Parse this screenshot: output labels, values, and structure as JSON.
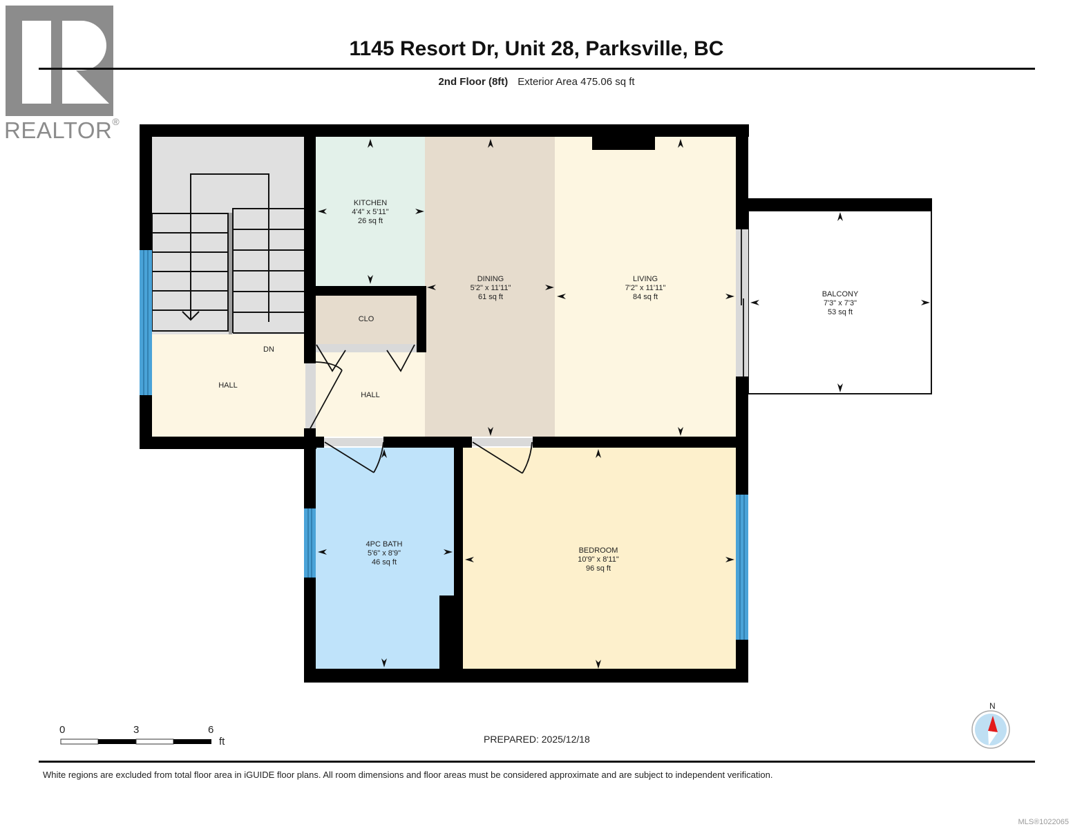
{
  "brand": {
    "logo_letter": "R",
    "logo_text": "REALTOR",
    "logo_mark": "®"
  },
  "header": {
    "title": "1145 Resort Dr, Unit 28, Parksville, BC",
    "floor": "2nd Floor (8ft)",
    "exterior_area": "Exterior Area 475.06 sq ft"
  },
  "colors": {
    "wall": "#000000",
    "window": "#4aa3d8",
    "stairs": "#e0e0e0",
    "hall": "#fdf6e3",
    "kitchen": "#e3f1ea",
    "dining": "#e6dccd",
    "living": "#fdf6e1",
    "closet": "#e6dccd",
    "bath": "#bfe3fa",
    "bedroom": "#fdf0cc",
    "balcony": "#ffffff",
    "door_threshold": "#d9d9d9",
    "compass_red": "#e31b1b",
    "compass_blue": "#bfdff3"
  },
  "rooms": [
    {
      "name": "KITCHEN",
      "dims": "4'4\" x 5'11\"",
      "area": "26 sq ft"
    },
    {
      "name": "DINING",
      "dims": "5'2\" x 11'11\"",
      "area": "61 sq ft"
    },
    {
      "name": "LIVING",
      "dims": "7'2\" x 11'11\"",
      "area": "84 sq ft"
    },
    {
      "name": "BALCONY",
      "dims": "7'3\" x 7'3\"",
      "area": "53 sq ft"
    },
    {
      "name": "CLO",
      "dims": "",
      "area": ""
    },
    {
      "name": "HALL",
      "dims": "",
      "area": ""
    },
    {
      "name": "HALL",
      "dims": "",
      "area": ""
    },
    {
      "name": "4PC BATH",
      "dims": "5'6\" x 8'9\"",
      "area": "46 sq ft"
    },
    {
      "name": "BEDROOM",
      "dims": "10'9\" x 8'11\"",
      "area": "96 sq ft"
    }
  ],
  "stairs_label": "DN",
  "scale": {
    "ticks": [
      "0",
      "3",
      "6"
    ],
    "unit": "ft"
  },
  "compass": {
    "label": "N"
  },
  "prepared": "PREPARED: 2025/12/18",
  "disclaimer": "White regions are excluded from total floor area in iGUIDE floor plans. All room dimensions and floor areas must be considered approximate and are subject to independent verification.",
  "mls": "MLS®1022065"
}
